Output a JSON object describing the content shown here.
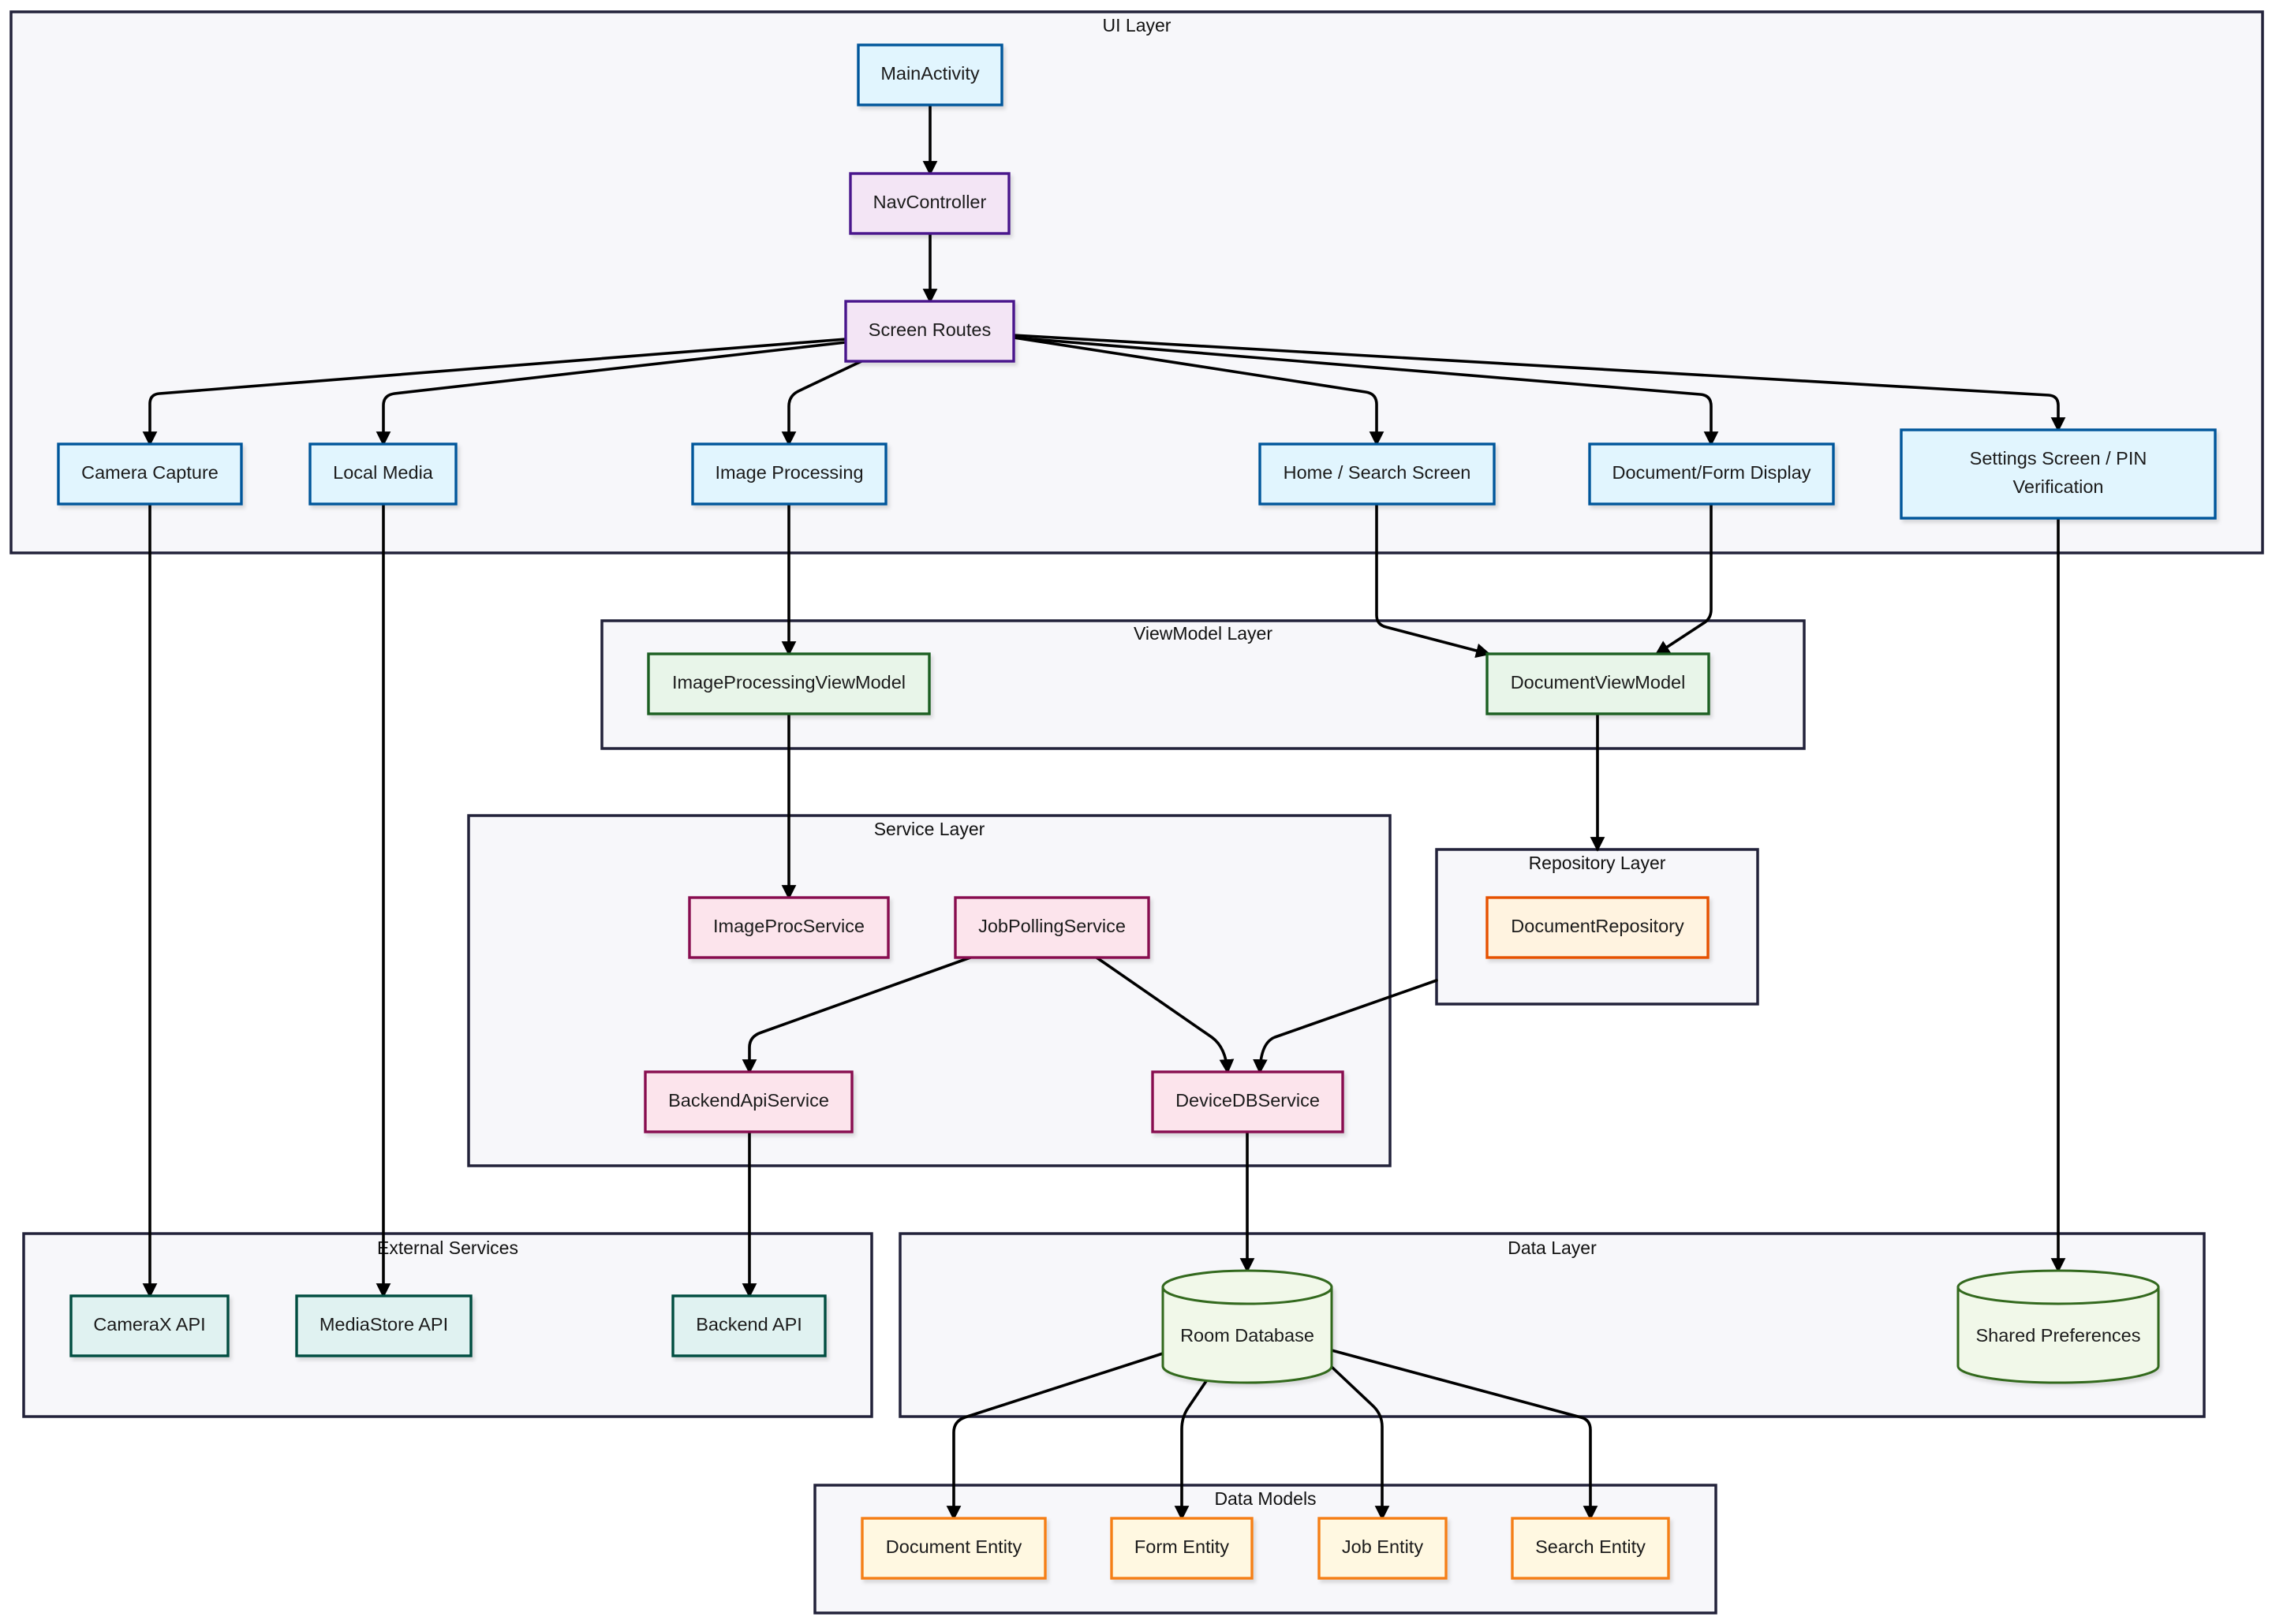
{
  "palette": {
    "ui": {
      "fill": "#e1f5fe",
      "stroke": "#01579b"
    },
    "nav": {
      "fill": "#f3e5f5",
      "stroke": "#4a148c"
    },
    "viewmodel": {
      "fill": "#e8f5e9",
      "stroke": "#1b5e20"
    },
    "service": {
      "fill": "#fce4ec",
      "stroke": "#880e4f"
    },
    "repository": {
      "fill": "#fff3e0",
      "stroke": "#e65100"
    },
    "external": {
      "fill": "#e0f2f1",
      "stroke": "#004d40"
    },
    "data": {
      "fill": "#f1f8e9",
      "stroke": "#33691e"
    },
    "model": {
      "fill": "#fff8e1",
      "stroke": "#f57f17"
    },
    "group_fill": "#f7f7fa",
    "group_stroke": "#22223a"
  },
  "groups": [
    {
      "id": "ui_layer",
      "label": "UI Layer"
    },
    {
      "id": "viewmodel_layer",
      "label": "ViewModel Layer"
    },
    {
      "id": "service_layer",
      "label": "Service Layer"
    },
    {
      "id": "repository_layer",
      "label": "Repository Layer"
    },
    {
      "id": "external_services",
      "label": "External Services"
    },
    {
      "id": "data_layer",
      "label": "Data Layer"
    },
    {
      "id": "data_models",
      "label": "Data Models"
    }
  ],
  "nodes": [
    {
      "id": "main_activity",
      "label": "MainActivity",
      "kind": "ui"
    },
    {
      "id": "nav_controller",
      "label": "NavController",
      "kind": "nav"
    },
    {
      "id": "screen_routes",
      "label": "Screen Routes",
      "kind": "nav"
    },
    {
      "id": "camera_capture",
      "label": "Camera Capture",
      "kind": "ui"
    },
    {
      "id": "local_media",
      "label": "Local Media",
      "kind": "ui"
    },
    {
      "id": "image_processing",
      "label": "Image Processing",
      "kind": "ui"
    },
    {
      "id": "home_search",
      "label": "Home / Search Screen",
      "kind": "ui"
    },
    {
      "id": "document_display",
      "label": "Document/Form Display",
      "kind": "ui"
    },
    {
      "id": "settings_screen",
      "label": "Settings Screen / PIN Verification",
      "kind": "ui"
    },
    {
      "id": "image_vm",
      "label": "ImageProcessingViewModel",
      "kind": "viewmodel"
    },
    {
      "id": "document_vm",
      "label": "DocumentViewModel",
      "kind": "viewmodel"
    },
    {
      "id": "image_proc_service",
      "label": "ImageProcService",
      "kind": "service"
    },
    {
      "id": "job_polling_service",
      "label": "JobPollingService",
      "kind": "service"
    },
    {
      "id": "backend_api_service",
      "label": "BackendApiService",
      "kind": "service"
    },
    {
      "id": "device_db_service",
      "label": "DeviceDBService",
      "kind": "service"
    },
    {
      "id": "document_repository",
      "label": "DocumentRepository",
      "kind": "repository"
    },
    {
      "id": "camerax_api",
      "label": "CameraX API",
      "kind": "external"
    },
    {
      "id": "mediastore_api",
      "label": "MediaStore API",
      "kind": "external"
    },
    {
      "id": "backend_api",
      "label": "Backend API",
      "kind": "external"
    },
    {
      "id": "room_database",
      "label": "Room Database",
      "kind": "data"
    },
    {
      "id": "shared_preferences",
      "label": "Shared Preferences",
      "kind": "data"
    },
    {
      "id": "document_entity",
      "label": "Document Entity",
      "kind": "model"
    },
    {
      "id": "form_entity",
      "label": "Form Entity",
      "kind": "model"
    },
    {
      "id": "job_entity",
      "label": "Job Entity",
      "kind": "model"
    },
    {
      "id": "search_entity",
      "label": "Search Entity",
      "kind": "model"
    }
  ],
  "edges": [
    {
      "from": "main_activity",
      "to": "nav_controller"
    },
    {
      "from": "nav_controller",
      "to": "screen_routes"
    },
    {
      "from": "screen_routes",
      "to": "camera_capture"
    },
    {
      "from": "screen_routes",
      "to": "local_media"
    },
    {
      "from": "screen_routes",
      "to": "image_processing"
    },
    {
      "from": "screen_routes",
      "to": "home_search"
    },
    {
      "from": "screen_routes",
      "to": "document_display"
    },
    {
      "from": "screen_routes",
      "to": "settings_screen"
    },
    {
      "from": "camera_capture",
      "to": "camerax_api"
    },
    {
      "from": "local_media",
      "to": "mediastore_api"
    },
    {
      "from": "image_processing",
      "to": "image_vm"
    },
    {
      "from": "home_search",
      "to": "document_vm"
    },
    {
      "from": "document_display",
      "to": "document_vm"
    },
    {
      "from": "settings_screen",
      "to": "shared_preferences"
    },
    {
      "from": "image_vm",
      "to": "image_proc_service"
    },
    {
      "from": "document_vm",
      "to": "repository_layer"
    },
    {
      "from": "job_polling_service",
      "to": "backend_api_service"
    },
    {
      "from": "job_polling_service",
      "to": "device_db_service"
    },
    {
      "from": "repository_layer",
      "to": "device_db_service"
    },
    {
      "from": "backend_api_service",
      "to": "backend_api"
    },
    {
      "from": "device_db_service",
      "to": "room_database"
    },
    {
      "from": "room_database",
      "to": "document_entity"
    },
    {
      "from": "room_database",
      "to": "form_entity"
    },
    {
      "from": "room_database",
      "to": "job_entity"
    },
    {
      "from": "room_database",
      "to": "search_entity"
    }
  ]
}
